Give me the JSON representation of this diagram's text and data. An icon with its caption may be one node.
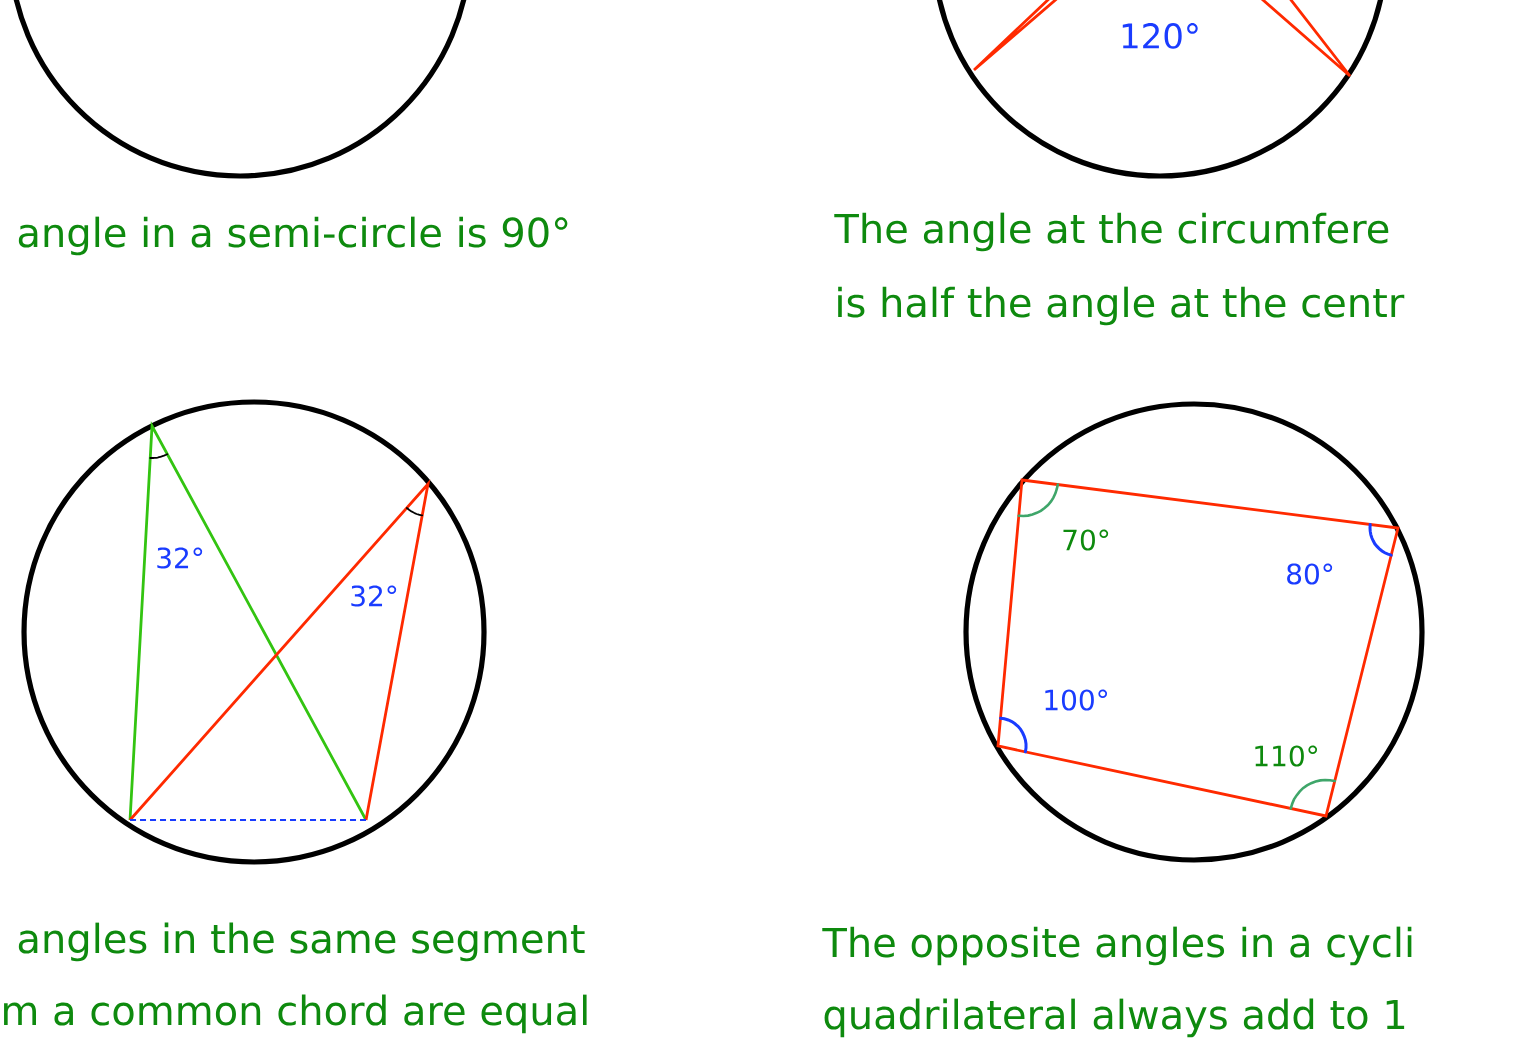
{
  "diagram": {
    "labels": [
      "120°",
      "angle in a semi-circle is 90°",
      "The angle at the circumfere",
      "is half the angle at the centr",
      "32°",
      "32°",
      "70°",
      "80°",
      "100°",
      "110°",
      "angles in the same segment",
      "m a common chord are equal",
      "The opposite angles in a cycli",
      "quadrilateral always add to 1"
    ]
  }
}
